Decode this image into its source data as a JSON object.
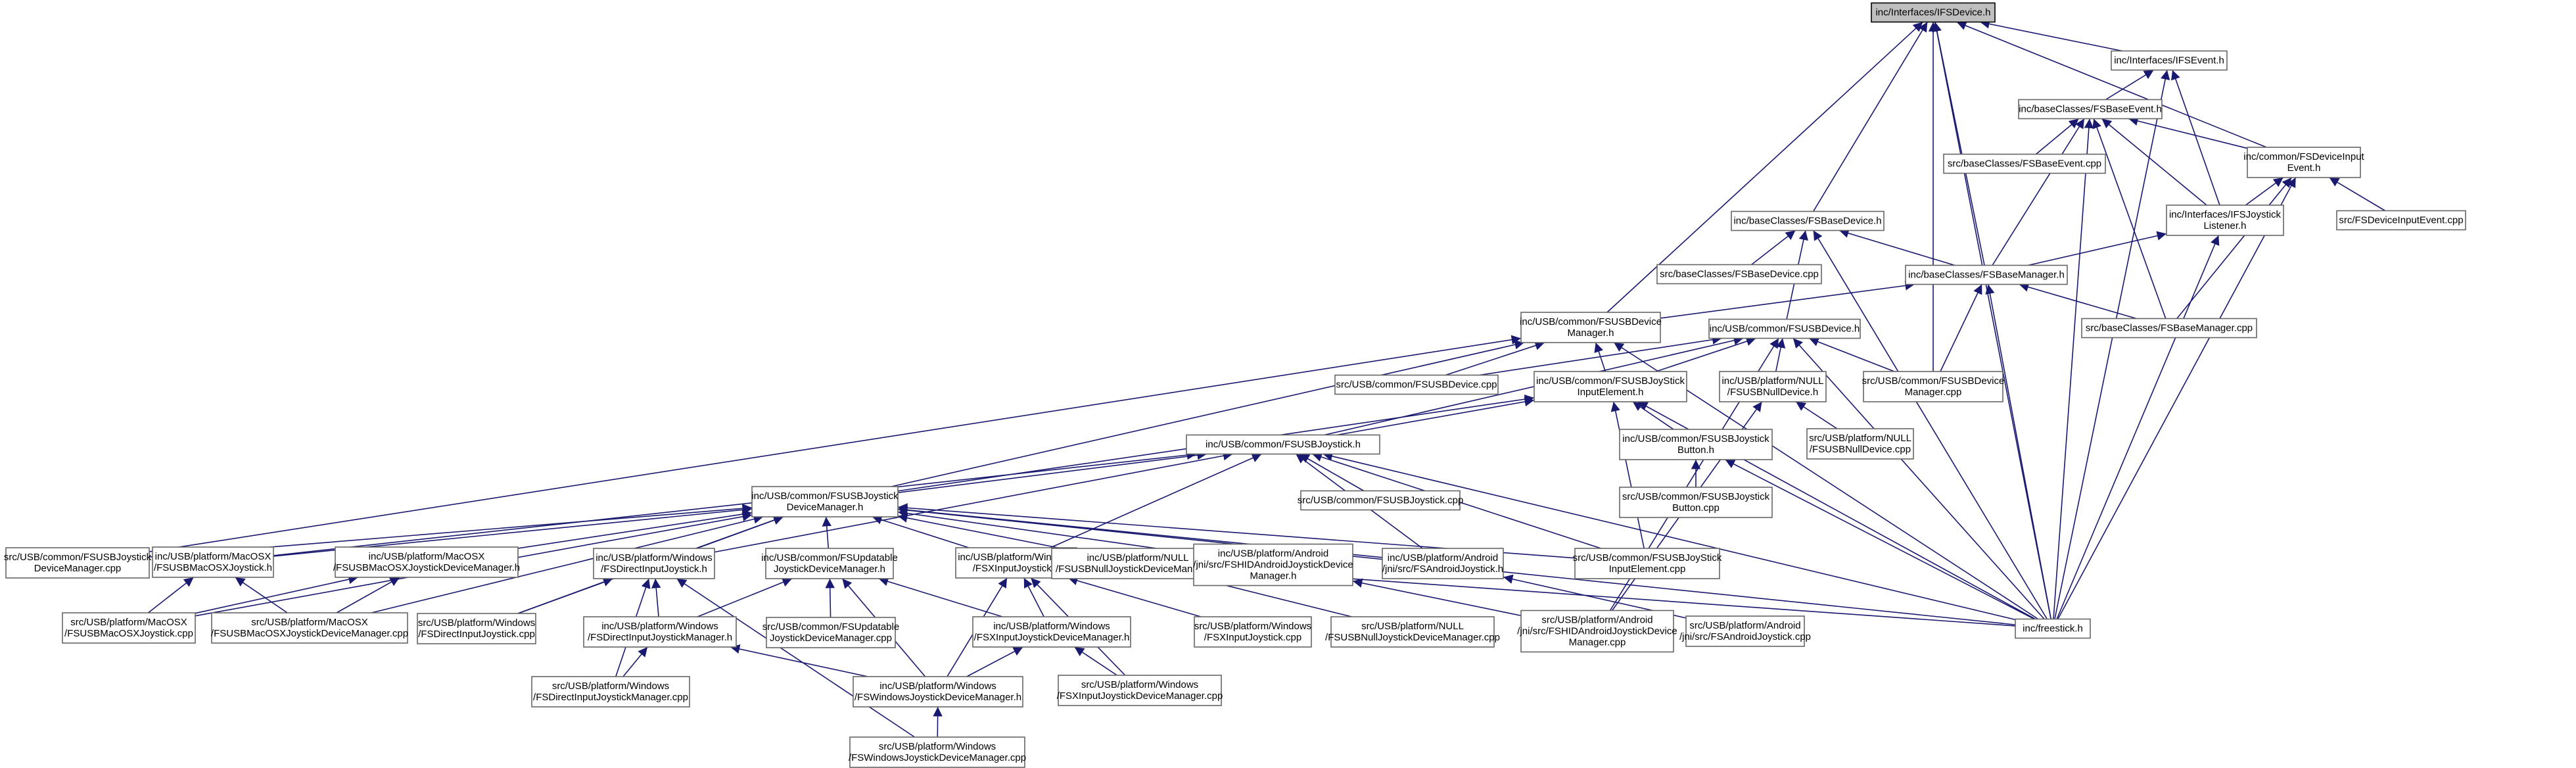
{
  "graph": {
    "root": "n0",
    "nodes": [
      {
        "id": "n0",
        "lines": [
          "inc/Interfaces/IFSDevice.h"
        ]
      },
      {
        "id": "n1",
        "lines": [
          "inc/Interfaces/IFSEvent.h"
        ]
      },
      {
        "id": "n2",
        "lines": [
          "inc/baseClasses/FSBaseEvent.h"
        ]
      },
      {
        "id": "n3",
        "lines": [
          "inc/common/FSDeviceInput",
          "Event.h"
        ]
      },
      {
        "id": "n4",
        "lines": [
          "src/baseClasses/FSBaseEvent.cpp"
        ]
      },
      {
        "id": "n5",
        "lines": [
          "inc/Interfaces/IFSJoystick",
          "Listener.h"
        ]
      },
      {
        "id": "n6",
        "lines": [
          "src/FSDeviceInputEvent.cpp"
        ]
      },
      {
        "id": "n7",
        "lines": [
          "inc/baseClasses/FSBaseDevice.h"
        ]
      },
      {
        "id": "n8",
        "lines": [
          "src/baseClasses/FSBaseDevice.cpp"
        ]
      },
      {
        "id": "n9",
        "lines": [
          "inc/baseClasses/FSBaseManager.h"
        ]
      },
      {
        "id": "n10",
        "lines": [
          "src/baseClasses/FSBaseManager.cpp"
        ]
      },
      {
        "id": "n11",
        "lines": [
          "inc/USB/common/FSUSBDevice",
          "Manager.h"
        ]
      },
      {
        "id": "n12",
        "lines": [
          "inc/USB/common/FSUSBDevice.h"
        ]
      },
      {
        "id": "n13",
        "lines": [
          "src/USB/common/FSUSBDevice.cpp"
        ]
      },
      {
        "id": "n14",
        "lines": [
          "inc/USB/common/FSUSBJoyStick",
          "InputElement.h"
        ]
      },
      {
        "id": "n15",
        "lines": [
          "inc/USB/platform/NULL",
          "/FSUSBNullDevice.h"
        ]
      },
      {
        "id": "n16",
        "lines": [
          "src/USB/common/FSUSBDevice",
          "Manager.cpp"
        ]
      },
      {
        "id": "n17",
        "lines": [
          "inc/USB/common/FSUSBJoystick",
          "Button.h"
        ]
      },
      {
        "id": "n18",
        "lines": [
          "src/USB/platform/NULL",
          "/FSUSBNullDevice.cpp"
        ]
      },
      {
        "id": "n19",
        "lines": [
          "inc/USB/common/FSUSBJoystick.h"
        ]
      },
      {
        "id": "n20",
        "lines": [
          "src/USB/common/FSUSBJoystick.cpp"
        ]
      },
      {
        "id": "n21",
        "lines": [
          "src/USB/common/FSUSBJoystick",
          "Button.cpp"
        ]
      },
      {
        "id": "n22",
        "lines": [
          "inc/USB/common/FSUSBJoystick",
          "DeviceManager.h"
        ]
      },
      {
        "id": "n23",
        "lines": [
          "src/USB/common/FSUSBJoystick",
          "DeviceManager.cpp"
        ]
      },
      {
        "id": "n24",
        "lines": [
          "inc/USB/platform/MacOSX",
          "/FSUSBMacOSXJoystick.h"
        ]
      },
      {
        "id": "n25",
        "lines": [
          "inc/USB/platform/MacOSX",
          "/FSUSBMacOSXJoystickDeviceManager.h"
        ]
      },
      {
        "id": "n26",
        "lines": [
          "inc/USB/platform/Windows",
          "/FSDirectInputJoystick.h"
        ]
      },
      {
        "id": "n27",
        "lines": [
          "inc/USB/common/FSUpdatable",
          "JoystickDeviceManager.h"
        ]
      },
      {
        "id": "n28",
        "lines": [
          "inc/USB/platform/Windows",
          "/FSXInputJoystick.h"
        ]
      },
      {
        "id": "n29",
        "lines": [
          "inc/USB/platform/NULL",
          "/FSUSBNullJoystickDeviceManager.h"
        ]
      },
      {
        "id": "n30",
        "lines": [
          "inc/USB/platform/Android",
          "/jni/src/FSHIDAndroidJoystickDevice",
          "Manager.h"
        ]
      },
      {
        "id": "n31",
        "lines": [
          "inc/USB/platform/Android",
          "/jni/src/FSAndroidJoystick.h"
        ]
      },
      {
        "id": "n32",
        "lines": [
          "src/USB/common/FSUSBJoyStick",
          "InputElement.cpp"
        ]
      },
      {
        "id": "n33",
        "lines": [
          "inc/freestick.h"
        ]
      },
      {
        "id": "n34",
        "lines": [
          "src/USB/platform/MacOSX",
          "/FSUSBMacOSXJoystick.cpp"
        ]
      },
      {
        "id": "n35",
        "lines": [
          "src/USB/platform/MacOSX",
          "/FSUSBMacOSXJoystickDeviceManager.cpp"
        ]
      },
      {
        "id": "n36",
        "lines": [
          "src/USB/platform/Windows",
          "/FSDirectInputJoystick.cpp"
        ]
      },
      {
        "id": "n37",
        "lines": [
          "inc/USB/platform/Windows",
          "/FSDirectInputJoystickManager.h"
        ]
      },
      {
        "id": "n38",
        "lines": [
          "src/USB/common/FSUpdatable",
          "JoystickDeviceManager.cpp"
        ]
      },
      {
        "id": "n39",
        "lines": [
          "inc/USB/platform/Windows",
          "/FSXInputJoystickDeviceManager.h"
        ]
      },
      {
        "id": "n40",
        "lines": [
          "src/USB/platform/Windows",
          "/FSXInputJoystick.cpp"
        ]
      },
      {
        "id": "n41",
        "lines": [
          "src/USB/platform/NULL",
          "/FSUSBNullJoystickDeviceManager.cpp"
        ]
      },
      {
        "id": "n42",
        "lines": [
          "src/USB/platform/Android",
          "/jni/src/FSHIDAndroidJoystickDevice",
          "Manager.cpp"
        ]
      },
      {
        "id": "n43",
        "lines": [
          "src/USB/platform/Android",
          "/jni/src/FSAndroidJoystick.cpp"
        ]
      },
      {
        "id": "n44",
        "lines": [
          "src/USB/platform/Windows",
          "/FSDirectInputJoystickManager.cpp"
        ]
      },
      {
        "id": "n45",
        "lines": [
          "inc/USB/platform/Windows",
          "/FSWindowsJoystickDeviceManager.h"
        ]
      },
      {
        "id": "n46",
        "lines": [
          "src/USB/platform/Windows",
          "/FSXInputJoystickDeviceManager.cpp"
        ]
      },
      {
        "id": "n47",
        "lines": [
          "src/USB/platform/Windows",
          "/FSWindowsJoystickDeviceManager.cpp"
        ]
      }
    ],
    "edges": [
      [
        "n0",
        "n1"
      ],
      [
        "n0",
        "n3"
      ],
      [
        "n0",
        "n7"
      ],
      [
        "n0",
        "n9"
      ],
      [
        "n0",
        "n11"
      ],
      [
        "n0",
        "n16"
      ],
      [
        "n0",
        "n33"
      ],
      [
        "n1",
        "n2"
      ],
      [
        "n1",
        "n5"
      ],
      [
        "n1",
        "n33"
      ],
      [
        "n2",
        "n3"
      ],
      [
        "n2",
        "n4"
      ],
      [
        "n2",
        "n5"
      ],
      [
        "n2",
        "n9"
      ],
      [
        "n2",
        "n10"
      ],
      [
        "n2",
        "n33"
      ],
      [
        "n3",
        "n5"
      ],
      [
        "n3",
        "n6"
      ],
      [
        "n3",
        "n10"
      ],
      [
        "n3",
        "n33"
      ],
      [
        "n5",
        "n9"
      ],
      [
        "n5",
        "n33"
      ],
      [
        "n7",
        "n8"
      ],
      [
        "n7",
        "n9"
      ],
      [
        "n7",
        "n12"
      ],
      [
        "n7",
        "n33"
      ],
      [
        "n9",
        "n10"
      ],
      [
        "n9",
        "n11"
      ],
      [
        "n9",
        "n16"
      ],
      [
        "n9",
        "n33"
      ],
      [
        "n11",
        "n13"
      ],
      [
        "n11",
        "n14"
      ],
      [
        "n11",
        "n22"
      ],
      [
        "n11",
        "n23"
      ],
      [
        "n11",
        "n33"
      ],
      [
        "n12",
        "n13"
      ],
      [
        "n12",
        "n14"
      ],
      [
        "n12",
        "n15"
      ],
      [
        "n12",
        "n16"
      ],
      [
        "n12",
        "n19"
      ],
      [
        "n12",
        "n33"
      ],
      [
        "n12",
        "n42"
      ],
      [
        "n14",
        "n17"
      ],
      [
        "n14",
        "n19"
      ],
      [
        "n14",
        "n32"
      ],
      [
        "n14",
        "n33"
      ],
      [
        "n14",
        "n22"
      ],
      [
        "n15",
        "n18"
      ],
      [
        "n15",
        "n42"
      ],
      [
        "n17",
        "n21"
      ],
      [
        "n17",
        "n33"
      ],
      [
        "n19",
        "n20"
      ],
      [
        "n19",
        "n22"
      ],
      [
        "n19",
        "n24"
      ],
      [
        "n19",
        "n26"
      ],
      [
        "n19",
        "n28"
      ],
      [
        "n19",
        "n31"
      ],
      [
        "n19",
        "n32"
      ],
      [
        "n19",
        "n33"
      ],
      [
        "n22",
        "n23"
      ],
      [
        "n22",
        "n24"
      ],
      [
        "n22",
        "n25"
      ],
      [
        "n22",
        "n26"
      ],
      [
        "n22",
        "n27"
      ],
      [
        "n22",
        "n28"
      ],
      [
        "n22",
        "n29"
      ],
      [
        "n22",
        "n30"
      ],
      [
        "n22",
        "n31"
      ],
      [
        "n22",
        "n32"
      ],
      [
        "n22",
        "n33"
      ],
      [
        "n22",
        "n34"
      ],
      [
        "n22",
        "n35"
      ],
      [
        "n22",
        "n36"
      ],
      [
        "n24",
        "n34"
      ],
      [
        "n24",
        "n35"
      ],
      [
        "n25",
        "n34"
      ],
      [
        "n25",
        "n35"
      ],
      [
        "n26",
        "n36"
      ],
      [
        "n26",
        "n37"
      ],
      [
        "n26",
        "n44"
      ],
      [
        "n26",
        "n47"
      ],
      [
        "n27",
        "n37"
      ],
      [
        "n27",
        "n38"
      ],
      [
        "n27",
        "n39"
      ],
      [
        "n27",
        "n45"
      ],
      [
        "n28",
        "n39"
      ],
      [
        "n28",
        "n40"
      ],
      [
        "n28",
        "n45"
      ],
      [
        "n28",
        "n46"
      ],
      [
        "n29",
        "n33"
      ],
      [
        "n29",
        "n41"
      ],
      [
        "n30",
        "n42"
      ],
      [
        "n31",
        "n43"
      ],
      [
        "n37",
        "n44"
      ],
      [
        "n37",
        "n45"
      ],
      [
        "n39",
        "n45"
      ],
      [
        "n39",
        "n46"
      ],
      [
        "n45",
        "n47"
      ]
    ]
  }
}
